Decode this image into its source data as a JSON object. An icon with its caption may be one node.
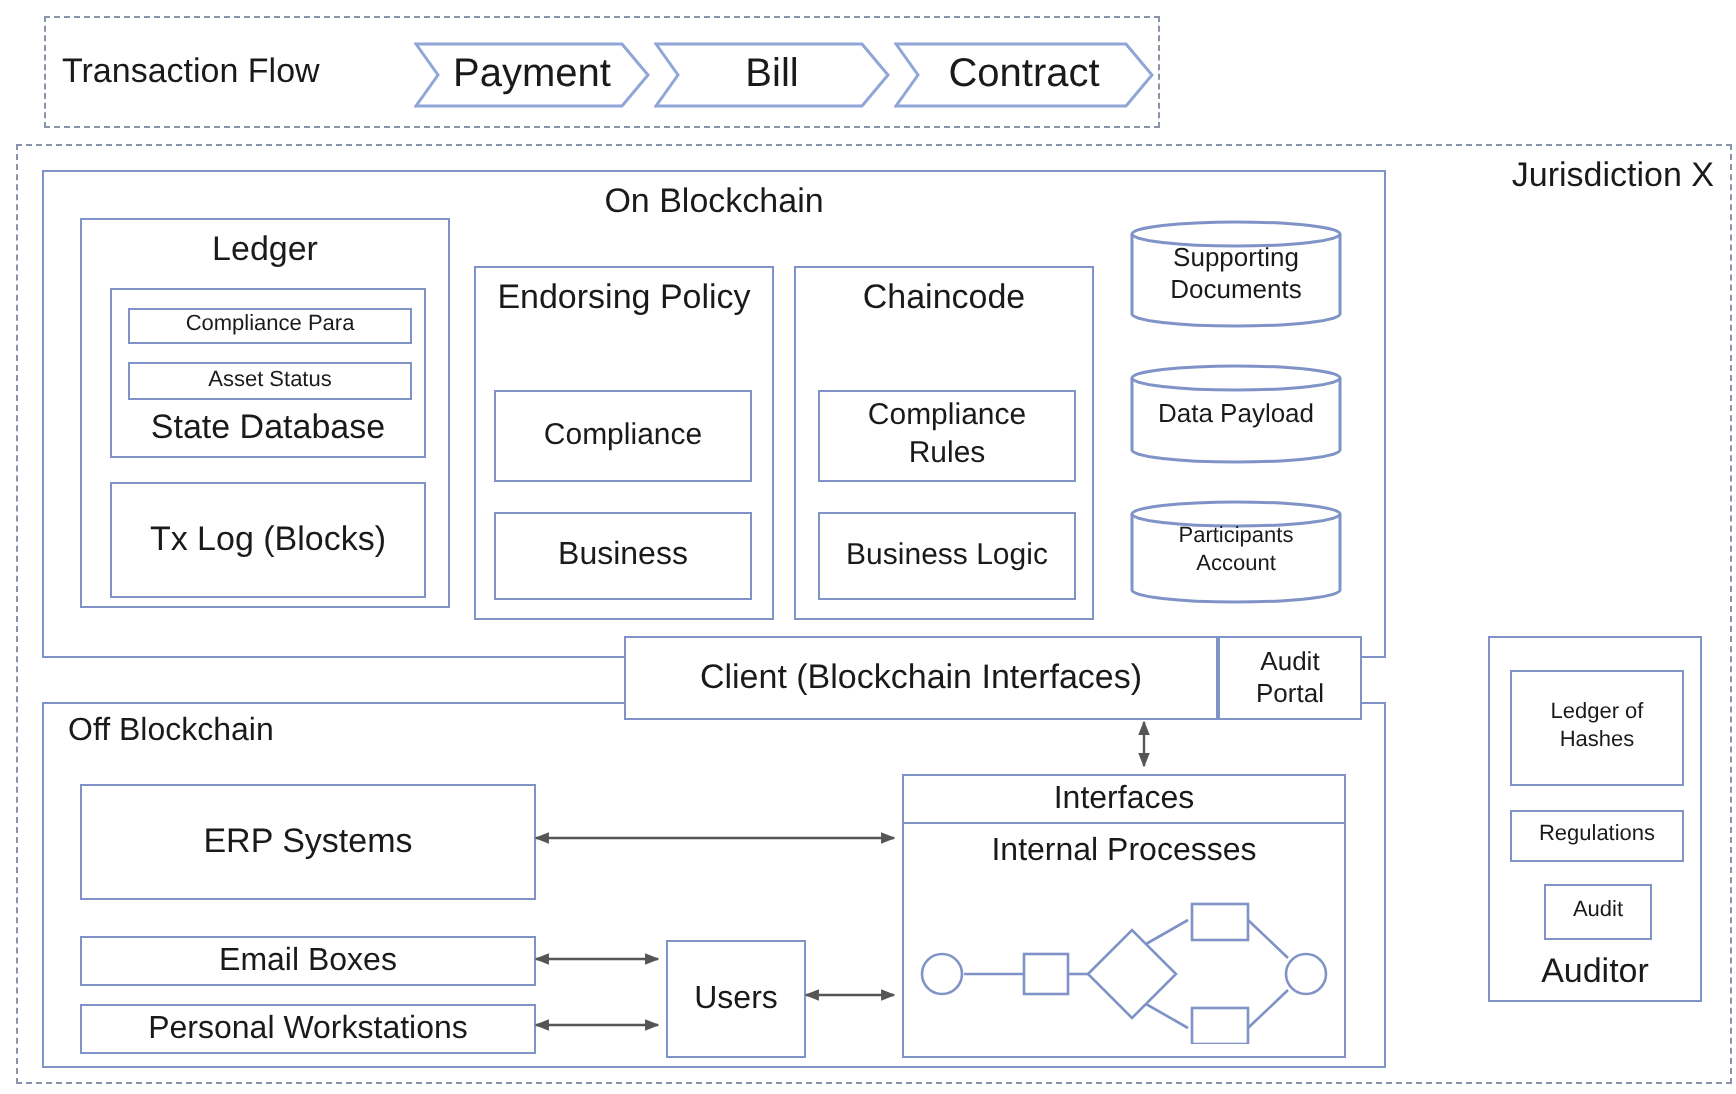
{
  "diagram": {
    "nodes": [
      {
        "text": [
          "Transaction Flow"
        ]
      },
      {
        "text": [
          "Payment"
        ],
        "in": 0
      },
      {
        "text": [
          "Bill"
        ],
        "in": 0
      },
      {
        "text": [
          "Contract"
        ],
        "in": 0
      },
      {
        "text": [
          "Jurisdiction X"
        ]
      },
      {
        "text": [
          "On Blockchain"
        ],
        "in": 4
      },
      {
        "text": [
          "Ledger"
        ],
        "in": 5
      },
      {
        "text": [
          "State Database"
        ],
        "in": 6
      },
      {
        "text": [
          "Compliance Para"
        ],
        "in": 7
      },
      {
        "text": [
          "Asset Status"
        ],
        "in": 7
      },
      {
        "text": [
          "Tx Log (Blocks)"
        ],
        "in": 6
      },
      {
        "text": [
          "Endorsing Policy"
        ],
        "in": 5
      },
      {
        "text": [
          "Compliance"
        ],
        "in": 11
      },
      {
        "text": [
          "Business"
        ],
        "in": 11
      },
      {
        "text": [
          "Chaincode"
        ],
        "in": 5
      },
      {
        "text": [
          "Compliance Rules"
        ],
        "in": 14
      },
      {
        "text": [
          "Business Logic"
        ],
        "in": 14
      },
      {
        "text": [
          "Supporting Documents"
        ],
        "in": 5
      },
      {
        "text": [
          "Data Payload"
        ],
        "in": 5
      },
      {
        "text": [
          "Participants Account"
        ],
        "in": 5
      },
      {
        "text": [
          "Client (Blockchain Interfaces)"
        ],
        "in": 4
      },
      {
        "text": [
          "Audit Portal"
        ],
        "in": 4
      },
      {
        "text": [
          "Off Blockchain"
        ],
        "in": 4
      },
      {
        "text": [
          "ERP Systems"
        ],
        "in": 22
      },
      {
        "text": [
          "Email Boxes"
        ],
        "in": 22
      },
      {
        "text": [
          "Personal Workstations"
        ],
        "in": 22
      },
      {
        "text": [
          "Users"
        ],
        "in": 22
      },
      {
        "text": [
          "Interfaces",
          "Internal Processes"
        ],
        "in": 22
      },
      {
        "text": [
          "Auditor"
        ],
        "in": 4
      },
      {
        "text": [
          "Ledger of Hashes"
        ],
        "in": 28
      },
      {
        "text": [
          "Regulations"
        ],
        "in": 28
      },
      {
        "text": [
          "Audit"
        ],
        "in": 28
      }
    ],
    "edges": [
      {
        "from": 20,
        "to": 27,
        "arrow": "both"
      },
      {
        "from": 23,
        "to": 27,
        "arrow": "both"
      },
      {
        "from": 24,
        "to": 26,
        "arrow": "both"
      },
      {
        "from": 25,
        "to": 26,
        "arrow": "both"
      },
      {
        "from": 26,
        "to": 27,
        "arrow": "both"
      }
    ]
  }
}
